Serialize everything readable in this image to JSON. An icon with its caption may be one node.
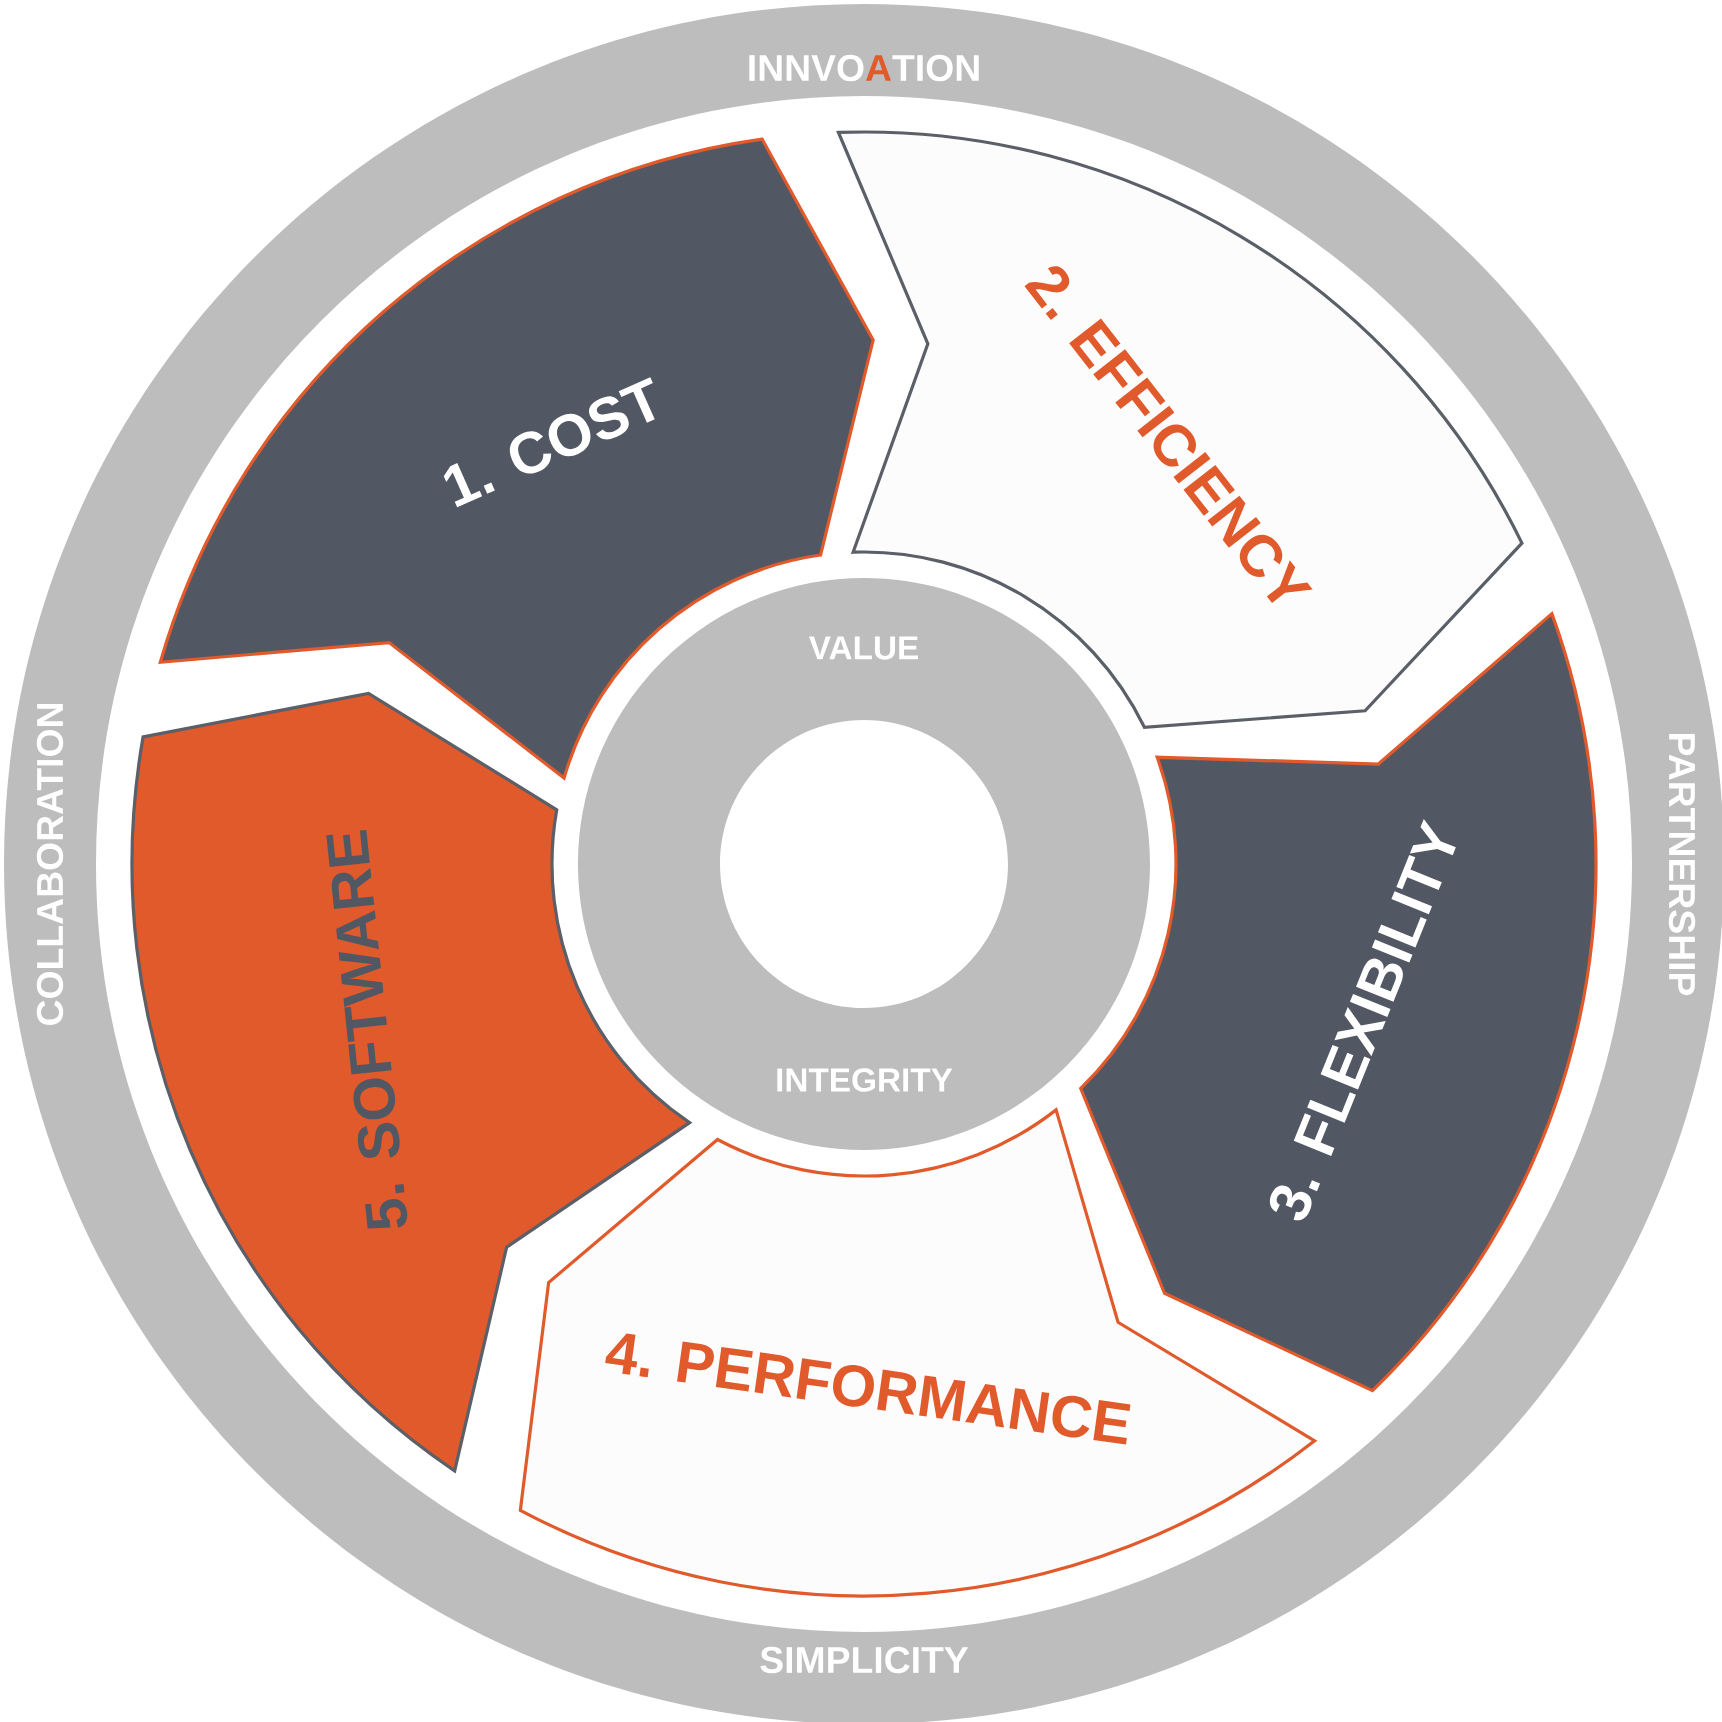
{
  "diagram": {
    "nodes": [
      {
        "text": [
          "INNVO**A**TION",
          "PARTNERSHIP",
          "SIMPLICITY",
          "COLLABORATION"
        ]
      },
      {
        "text": [
          "VALUE",
          "INTEGRITY"
        ],
        "in": 0
      },
      {
        "text": [
          "1. COST"
        ],
        "in": 0
      },
      {
        "text": [
          "2. EFFICIENCY"
        ],
        "in": 0
      },
      {
        "text": [
          "3. FLEXIBILITY"
        ],
        "in": 0
      },
      {
        "text": [
          "4. PERFORMANCE"
        ],
        "in": 0
      },
      {
        "text": [
          "5. SOFTWARE"
        ],
        "in": 0
      }
    ]
  }
}
